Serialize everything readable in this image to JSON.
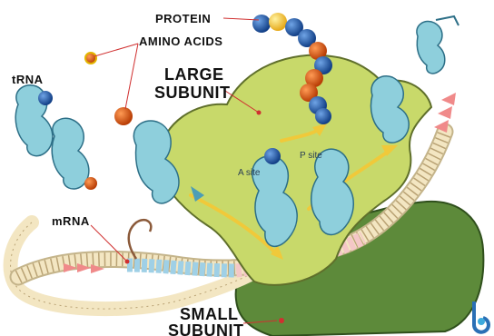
{
  "labels": {
    "protein": "PROTEIN",
    "amino_acids": "AMINO ACIDS",
    "trna": "tRNA",
    "large_subunit_line1": "LARGE",
    "large_subunit_line2": "SUBUNIT",
    "mrna": "mRNA",
    "small_subunit_line1": "SMALL",
    "small_subunit_line2": "SUBUNIT",
    "a_site": "A site",
    "p_site": "P site"
  },
  "colors": {
    "large_subunit": "#c8d96a",
    "small_subunit": "#5d8a3a",
    "trna": "#8ecfdc",
    "amino_blue": "#1f5ca8",
    "amino_orange": "#e8601c",
    "pointer_red": "#d03030",
    "mrna_cream": "#f3e6c2"
  },
  "icons": [
    "site-logo-icon"
  ]
}
